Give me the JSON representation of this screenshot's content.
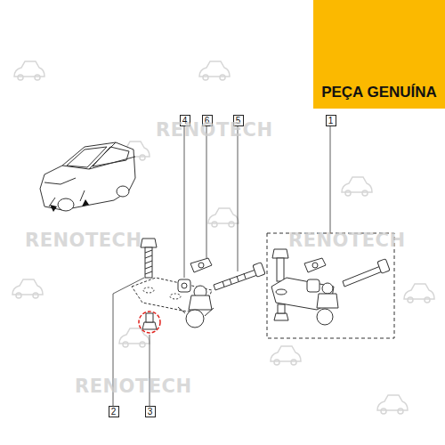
{
  "diagram": {
    "nodes": [
      {
        "text": [
          "PEÇA GENUÍNA"
        ]
      },
      {
        "text": [
          "4"
        ]
      },
      {
        "text": [
          "6"
        ]
      },
      {
        "text": [
          "5"
        ]
      },
      {
        "text": [
          "1"
        ]
      },
      {
        "text": [
          "2"
        ]
      },
      {
        "text": [
          "3"
        ]
      }
    ],
    "labels": [
      "RENOTECH",
      "RENOTECH",
      "RENOTECH",
      "RENOTECH"
    ]
  }
}
